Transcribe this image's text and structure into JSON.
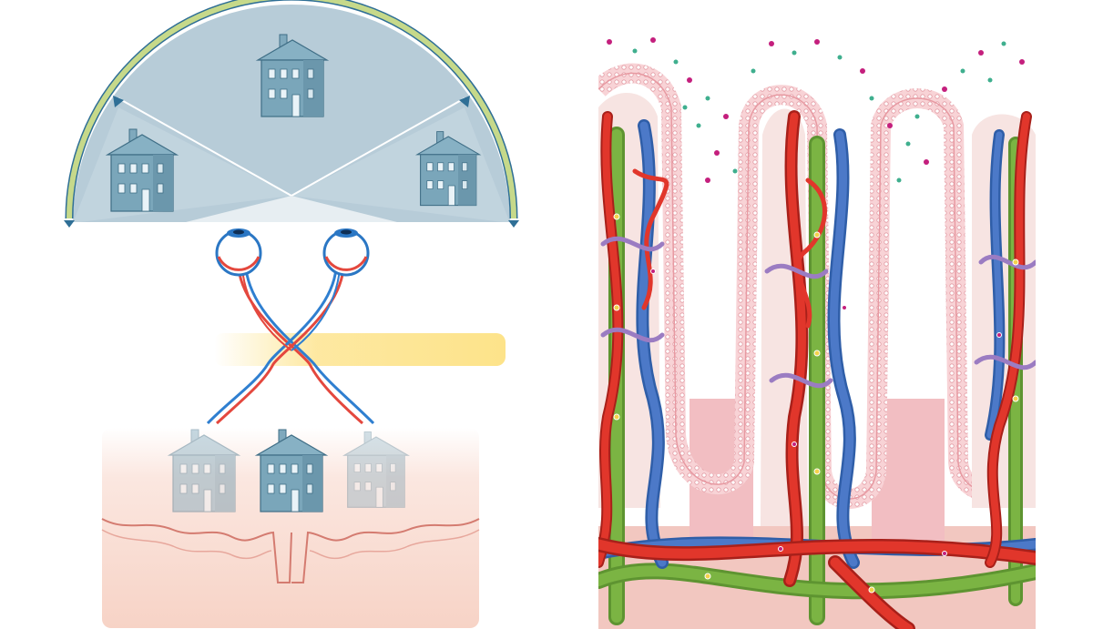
{
  "figure": {
    "left": {
      "description_free": true,
      "houses_in_field": 3,
      "houses_in_brain": 3
    },
    "right": {
      "villi_count": 3
    }
  },
  "colors": {
    "field_fill": "#b7ccd8",
    "field_fill_light": "#cfdde6",
    "arc_green": "#c6d98a",
    "arc_blue": "#2f6f96",
    "house": "#6f9fb5",
    "house_dark": "#4d7f98",
    "eye_blue": "#2b77c4",
    "nerve_red": "#e4483e",
    "nerve_blue": "#2f7fd0",
    "chiasm_yellow": "#fde38a",
    "brain_pink": "#f7d7cc",
    "brain_outline": "#d47b70",
    "villus_pink": "#f6c9cc",
    "villus_border": "#e79aa2",
    "artery_red": "#e1362b",
    "vein_blue": "#4c79c8",
    "lymph_green": "#7bb443",
    "purple": "#9b7cc2",
    "dot_magenta": "#c41f7d",
    "dot_teal": "#3faf8e",
    "dot_yellow": "#f3d24a"
  }
}
